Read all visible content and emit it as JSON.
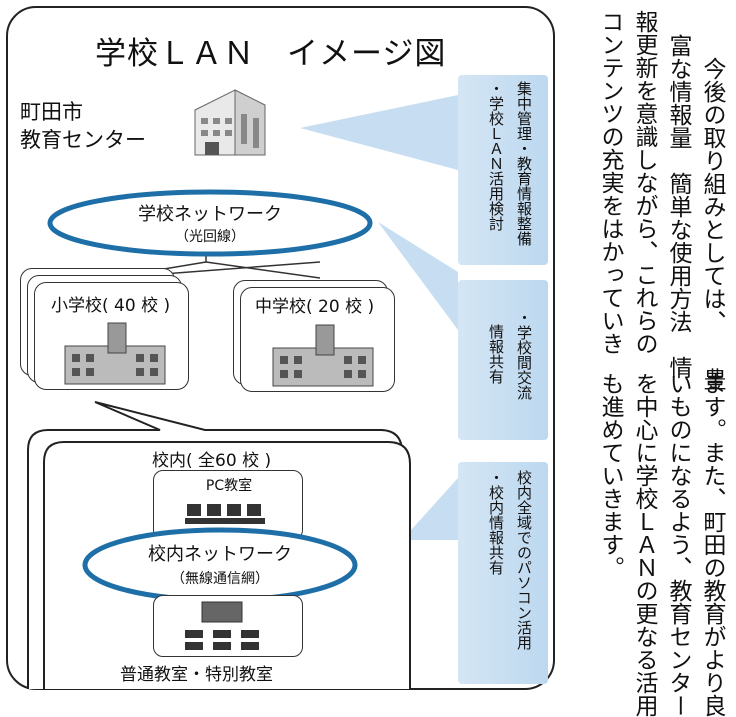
{
  "diagram": {
    "title": "学校ＬＡＮ　イメージ図",
    "center": "町田市\n教育センター",
    "school_network": {
      "label": "学校ネットワーク",
      "sub": "（光回線）"
    },
    "elementary": "小学校( 40 校 )",
    "junior_high": "中学校( 20 校 )",
    "campus": "校内( 全60 校 )",
    "pc_room": "PC教室",
    "campus_network": {
      "label": "校内ネットワーク",
      "sub": "（無線通信網）"
    },
    "classrooms": "普通教室・特別教室",
    "callouts": [
      {
        "lines": [
          "集中管理・教育情報整備",
          "・学校ＬＡＮ活用検討"
        ]
      },
      {
        "lines": [
          "・学校間交流",
          "情報共有"
        ]
      },
      {
        "lines": [
          "校内全域でのパソコン活用",
          "・校内情報共有"
        ]
      }
    ]
  },
  "text_columns": [
    "　今後の取り組みとしては、　　豊",
    "富な情報量　簡単な使用方法　情",
    "報更新を意識しながら、これらの",
    "コンテンツの充実をはかっていき",
    "ます。また、町田の教育がより良",
    "いものになるよう、教育センター",
    "を中心に学校ＬＡＮの更なる活用",
    "も進めていきます。"
  ],
  "colors": {
    "ellipse": "#1e6fa8",
    "callout": "#c7def2"
  }
}
